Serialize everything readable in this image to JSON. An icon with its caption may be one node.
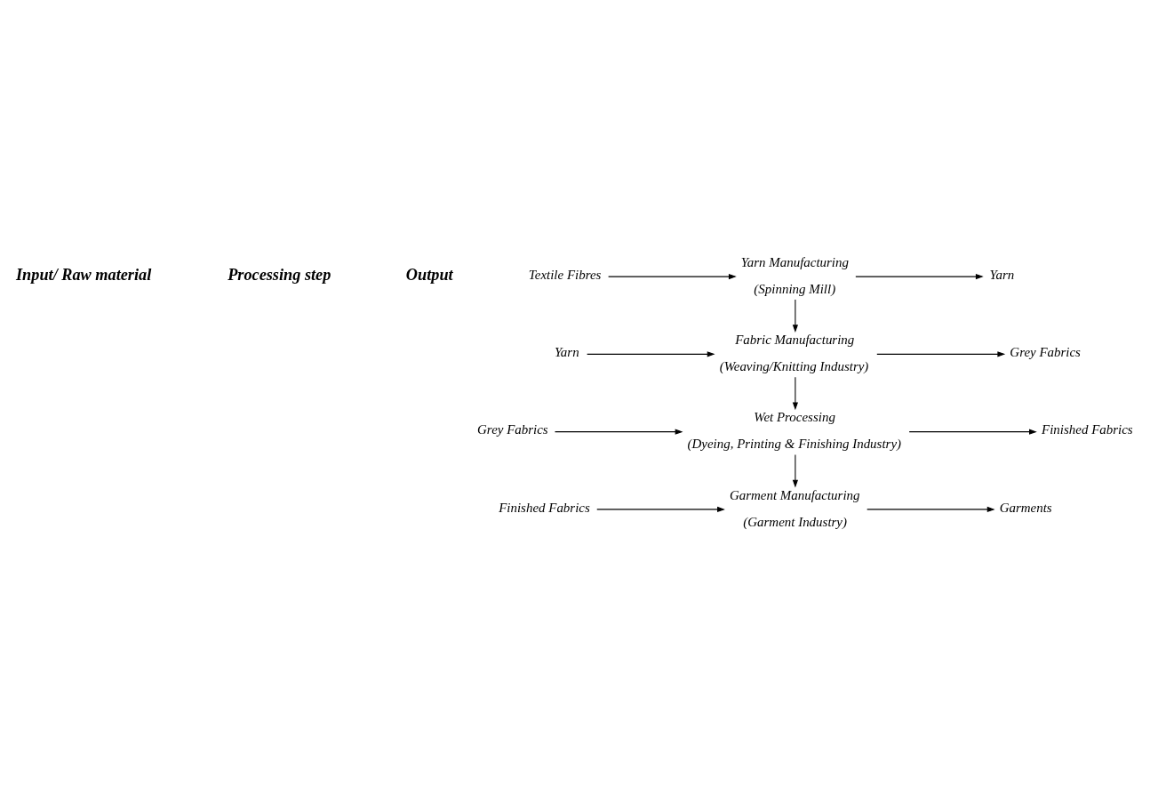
{
  "diagram": {
    "nodes": [
      {
        "text": [
          "Textile Fibres"
        ]
      },
      {
        "text": [
          "Yarn Manufacturing",
          "(Spinning Mill)"
        ]
      },
      {
        "text": [
          "Yarn"
        ]
      },
      {
        "text": [
          "Yarn"
        ]
      },
      {
        "text": [
          "Fabric Manufacturing",
          "(Weaving/Knitting Industry)"
        ]
      },
      {
        "text": [
          "Grey Fabrics"
        ]
      },
      {
        "text": [
          "Grey Fabrics"
        ]
      },
      {
        "text": [
          "Wet Processing",
          "(Dyeing, Printing & Finishing Industry)"
        ]
      },
      {
        "text": [
          "Finished Fabrics"
        ]
      },
      {
        "text": [
          "Finished Fabrics"
        ]
      },
      {
        "text": [
          "Garment Manufacturing",
          "(Garment Industry)"
        ]
      },
      {
        "text": [
          "Garments"
        ]
      }
    ],
    "edges": [
      {
        "from": 0,
        "to": 1,
        "arrow": "to"
      },
      {
        "from": 1,
        "to": 2,
        "arrow": "to"
      },
      {
        "from": 1,
        "to": 4,
        "arrow": "to"
      },
      {
        "from": 3,
        "to": 4,
        "arrow": "to"
      },
      {
        "from": 4,
        "to": 5,
        "arrow": "to"
      },
      {
        "from": 4,
        "to": 7,
        "arrow": "to"
      },
      {
        "from": 6,
        "to": 7,
        "arrow": "to"
      },
      {
        "from": 7,
        "to": 8,
        "arrow": "to"
      },
      {
        "from": 7,
        "to": 10,
        "arrow": "to"
      },
      {
        "from": 9,
        "to": 10,
        "arrow": "to"
      },
      {
        "from": 10,
        "to": 11,
        "arrow": "to"
      }
    ],
    "labels": [
      "Input/ Raw material",
      "Processing step",
      "Output"
    ]
  }
}
